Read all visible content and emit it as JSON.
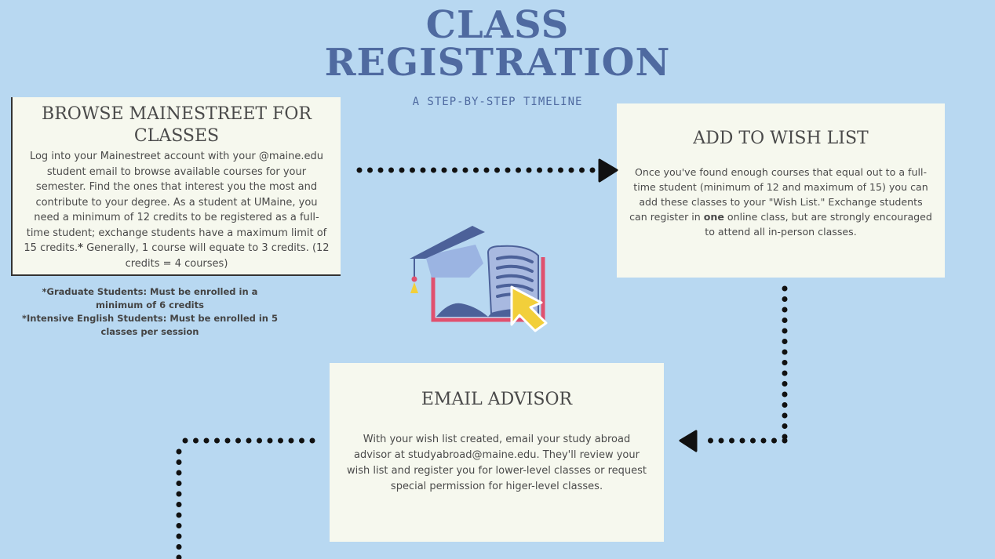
{
  "header": {
    "title_line1": "CLASS",
    "title_line2": "REGISTRATION",
    "subtitle": "A STEP-BY-STEP TIMELINE"
  },
  "steps": [
    {
      "title": "BROWSE MAINESTREET FOR CLASSES",
      "body_part1": "Log into your Mainestreet account with your @maine.edu student email to browse available courses for your semester. Find the ones that interest you the most and contribute to your degree. As a student at UMaine, you need a minimum of 12 credits to be registered as a full-time student; exchange students have a maximum limit of 15 credits.",
      "body_bold": "*",
      "body_part2": " Generally, 1 course will equate to 3 credits. (12 credits = 4 courses)"
    },
    {
      "title": "ADD TO WISH LIST",
      "body_part1": "Once you've found enough courses that equal out to a full-time student (minimum of 12 and maximum of 15) you can add these classes to your \"Wish List.\" Exchange students can register in ",
      "body_bold": "one",
      "body_part2": " online class, but are strongly encouraged to attend all in-person classes."
    },
    {
      "title": "EMAIL ADVISOR",
      "body": "With your wish list created, email your study abroad advisor at studyabroad@maine.edu. They'll review your wish list and register you for lower-level classes or request special permission for higer-level classes."
    }
  ],
  "notes": [
    "*Graduate Students: Must be enrolled in a minimum of 6 credits",
    "*Intensive English Students: Must be enrolled in 5 classes per session"
  ],
  "icons": {
    "illustration": "graduation-cap-book-cursor-icon",
    "connector": "dotted-arrow-icon"
  },
  "colors": {
    "background": "#b8d8f1",
    "title": "#4f6aa0",
    "card": "#f6f8ee",
    "text": "#4a4a4a"
  }
}
